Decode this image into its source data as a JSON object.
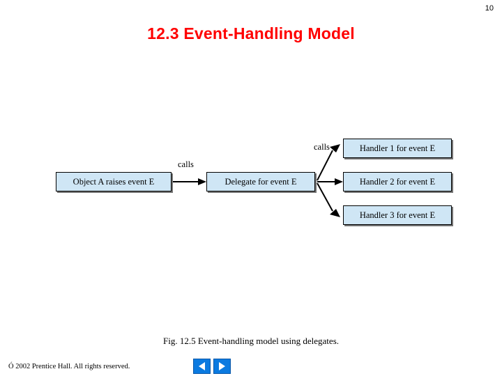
{
  "slide": {
    "page_number": "10",
    "title": "12.3  Event-Handling Model",
    "caption": "Fig. 12.5   Event-handling model using delegates.",
    "footer": "Ó 2002 Prentice Hall. All rights reserved."
  },
  "diagram": {
    "boxes": [
      {
        "id": "object-a",
        "label": "Object A raises event E"
      },
      {
        "id": "delegate",
        "label": "Delegate for event E"
      },
      {
        "id": "handler-1",
        "label": "Handler 1 for event E"
      },
      {
        "id": "handler-2",
        "label": "Handler 2 for event E"
      },
      {
        "id": "handler-3",
        "label": "Handler 3 for event E"
      }
    ],
    "labels": [
      {
        "id": "calls-1",
        "text": "calls"
      },
      {
        "id": "calls-2",
        "text": "calls"
      }
    ],
    "box_fill": "#cfe6f5",
    "box_border": "#000000",
    "arrow_color": "#000000"
  },
  "nav": {
    "prev_label": "previous-slide",
    "next_label": "next-slide"
  }
}
